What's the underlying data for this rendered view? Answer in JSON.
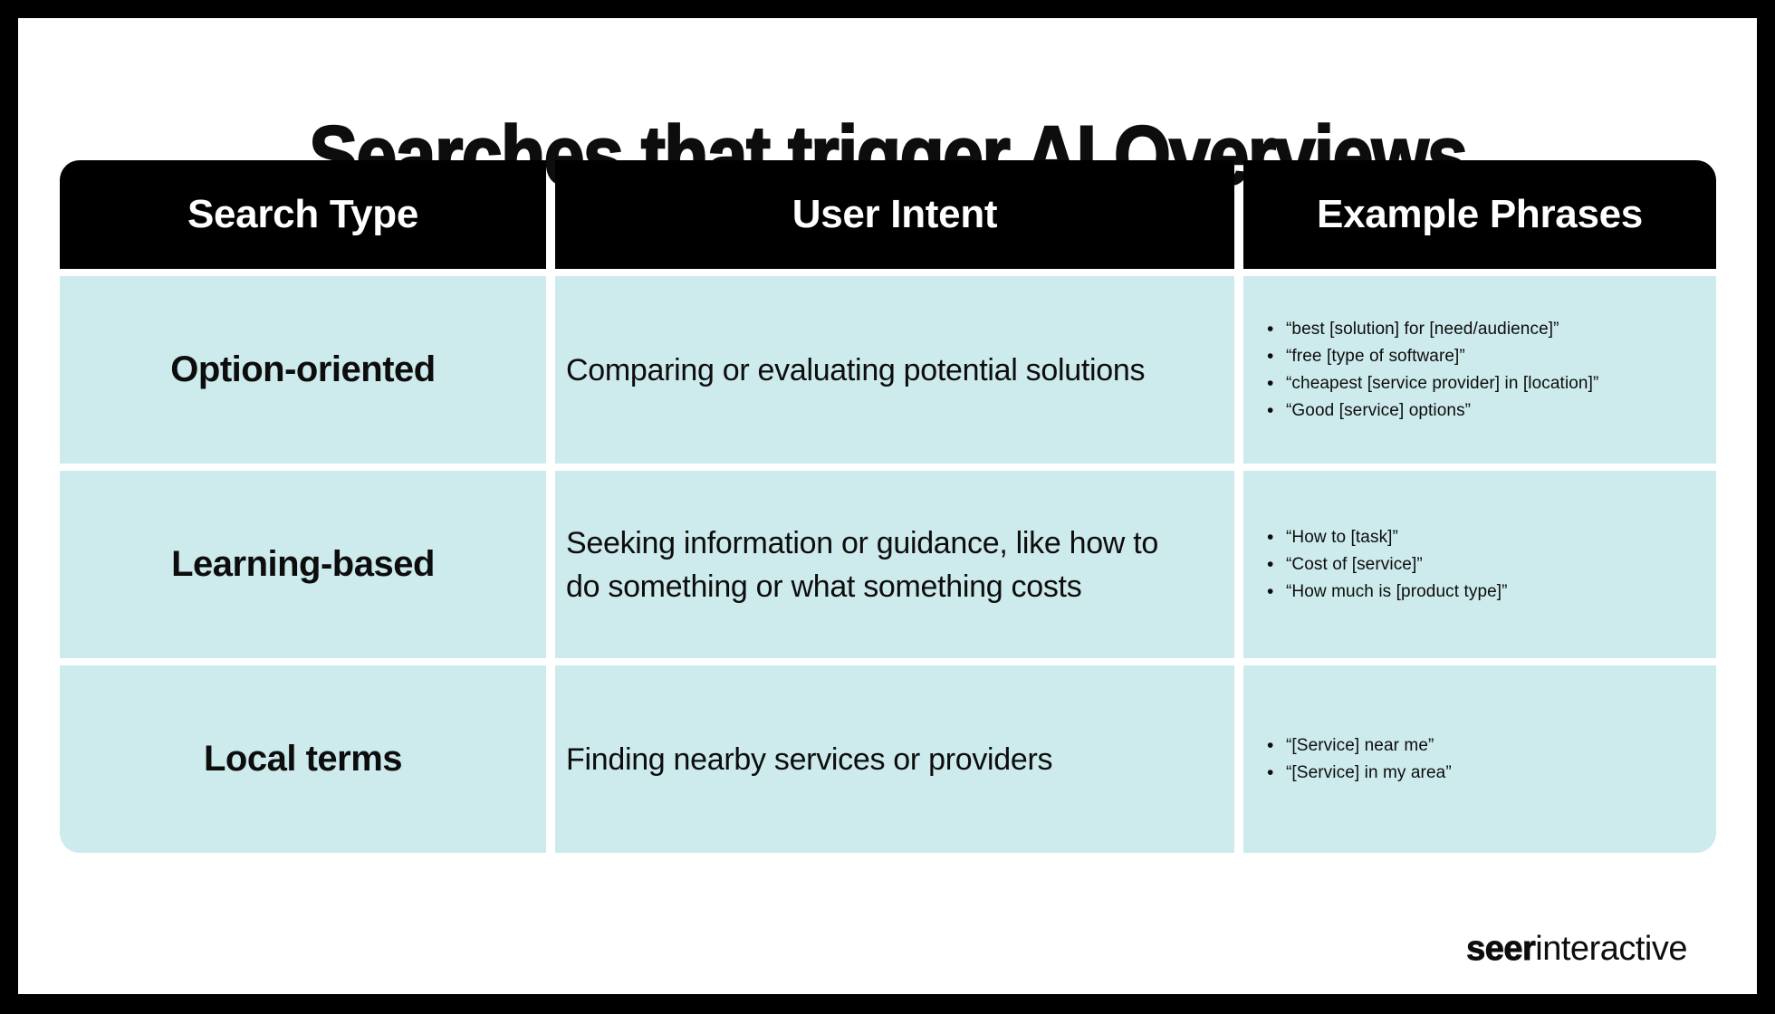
{
  "title": "Searches that trigger AI Overviews",
  "table": {
    "headers": [
      "Search Type",
      "User Intent",
      "Example Phrases"
    ],
    "rows": [
      {
        "search_type": "Option-oriented",
        "user_intent": "Comparing or evaluating potential solutions",
        "examples": [
          "“best [solution] for [need/audience]”",
          "“free [type of software]”",
          "“cheapest [service provider] in [location]”",
          "“Good [service] options”"
        ]
      },
      {
        "search_type": "Learning-based",
        "user_intent": "Seeking information or guidance, like how to\ndo something or what something costs",
        "examples": [
          "“How to [task]”",
          "“Cost of [service]”",
          "“How much is [product type]”"
        ]
      },
      {
        "search_type": "Local terms",
        "user_intent": "Finding nearby services or providers",
        "examples": [
          "“[Service] near me”",
          "“[Service] in my area”"
        ]
      }
    ]
  },
  "footer": {
    "logo_bold": "seer",
    "logo_regular": "interactive"
  },
  "colors": {
    "frame_black": "#000000",
    "canvas_white": "#ffffff",
    "header_black": "#000000",
    "cell_teal": "#cdeaec",
    "text_black": "#0d0d0d"
  }
}
